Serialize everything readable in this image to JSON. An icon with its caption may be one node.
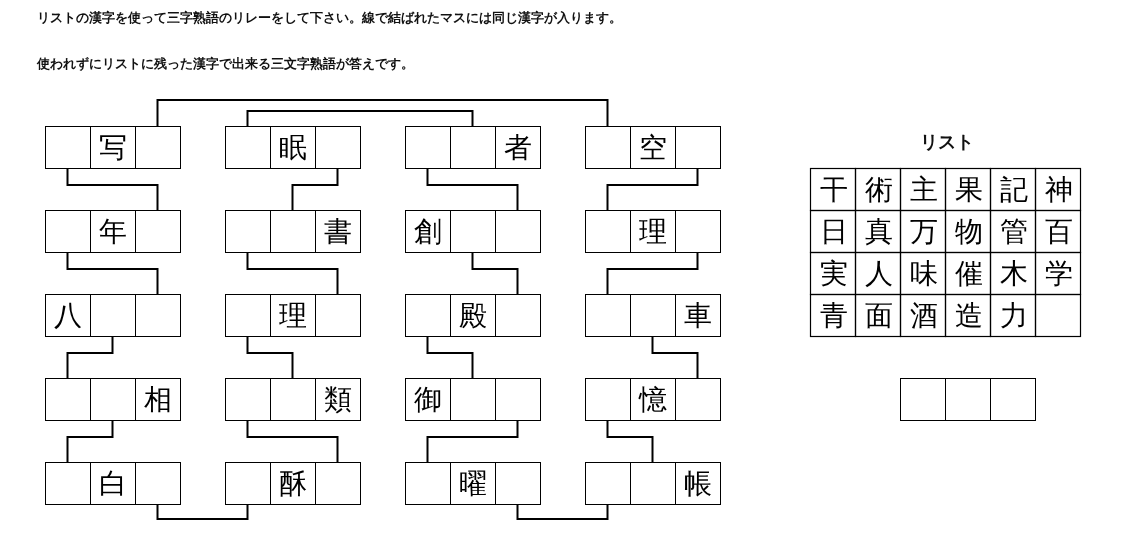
{
  "diagram": {
    "nodes": [
      {
        "text": [],
        "shape": "box"
      },
      {
        "text": [
          "写"
        ]
      },
      {
        "text": [],
        "shape": "box"
      },
      {
        "text": [],
        "shape": "box"
      },
      {
        "text": [
          "眠"
        ]
      },
      {
        "text": [],
        "shape": "box"
      },
      {
        "text": [],
        "shape": "box"
      },
      {
        "text": [],
        "shape": "box"
      },
      {
        "text": [
          "者"
        ]
      },
      {
        "text": [],
        "shape": "box"
      },
      {
        "text": [
          "空"
        ]
      },
      {
        "text": [],
        "shape": "box"
      },
      {
        "text": [],
        "shape": "box"
      },
      {
        "text": [
          "年"
        ]
      },
      {
        "text": [],
        "shape": "box"
      },
      {
        "text": [],
        "shape": "box"
      },
      {
        "text": [],
        "shape": "box"
      },
      {
        "text": [
          "書"
        ]
      },
      {
        "text": [
          "創"
        ]
      },
      {
        "text": [],
        "shape": "box"
      },
      {
        "text": [],
        "shape": "box"
      },
      {
        "text": [],
        "shape": "box"
      },
      {
        "text": [
          "理"
        ]
      },
      {
        "text": [],
        "shape": "box"
      },
      {
        "text": [
          "八"
        ]
      },
      {
        "text": [],
        "shape": "box"
      },
      {
        "text": [],
        "shape": "box"
      },
      {
        "text": [],
        "shape": "box"
      },
      {
        "text": [
          "理"
        ]
      },
      {
        "text": [],
        "shape": "box"
      },
      {
        "text": [],
        "shape": "box"
      },
      {
        "text": [
          "殿"
        ]
      },
      {
        "text": [],
        "shape": "box"
      },
      {
        "text": [],
        "shape": "box"
      },
      {
        "text": [],
        "shape": "box"
      },
      {
        "text": [
          "車"
        ]
      },
      {
        "text": [],
        "shape": "box"
      },
      {
        "text": [],
        "shape": "box"
      },
      {
        "text": [
          "相"
        ]
      },
      {
        "text": [],
        "shape": "box"
      },
      {
        "text": [],
        "shape": "box"
      },
      {
        "text": [
          "類"
        ]
      },
      {
        "text": [
          "御"
        ]
      },
      {
        "text": [],
        "shape": "box"
      },
      {
        "text": [],
        "shape": "box"
      },
      {
        "text": [],
        "shape": "box"
      },
      {
        "text": [
          "憶"
        ]
      },
      {
        "text": [],
        "shape": "box"
      },
      {
        "text": [],
        "shape": "box"
      },
      {
        "text": [
          "白"
        ]
      },
      {
        "text": [],
        "shape": "box"
      },
      {
        "text": [],
        "shape": "box"
      },
      {
        "text": [
          "酥"
        ]
      },
      {
        "text": [],
        "shape": "box"
      },
      {
        "text": [],
        "shape": "box"
      },
      {
        "text": [
          "曜"
        ]
      },
      {
        "text": [],
        "shape": "box"
      },
      {
        "text": [],
        "shape": "box"
      },
      {
        "text": [],
        "shape": "box"
      },
      {
        "text": [
          "帳"
        ]
      },
      {
        "text": [],
        "shape": "box"
      },
      {
        "text": [],
        "shape": "box"
      },
      {
        "text": [],
        "shape": "box"
      }
    ],
    "edges": [
      {
        "from": 2,
        "to": 9,
        "arrow": "none"
      },
      {
        "from": 3,
        "to": 7,
        "arrow": "none"
      },
      {
        "from": 0,
        "to": 14,
        "arrow": "none"
      },
      {
        "from": 5,
        "to": 16,
        "arrow": "none"
      },
      {
        "from": 6,
        "to": 20,
        "arrow": "none"
      },
      {
        "from": 11,
        "to": 21,
        "arrow": "none"
      },
      {
        "from": 12,
        "to": 26,
        "arrow": "none"
      },
      {
        "from": 15,
        "to": 29,
        "arrow": "none"
      },
      {
        "from": 19,
        "to": 32,
        "arrow": "none"
      },
      {
        "from": 23,
        "to": 33,
        "arrow": "none"
      },
      {
        "from": 25,
        "to": 36,
        "arrow": "none"
      },
      {
        "from": 27,
        "to": 40,
        "arrow": "none"
      },
      {
        "from": 30,
        "to": 43,
        "arrow": "none"
      },
      {
        "from": 34,
        "to": 47,
        "arrow": "none"
      },
      {
        "from": 37,
        "to": 48,
        "arrow": "none"
      },
      {
        "from": 39,
        "to": 53,
        "arrow": "none"
      },
      {
        "from": 44,
        "to": 54,
        "arrow": "none"
      },
      {
        "from": 45,
        "to": 58,
        "arrow": "none"
      },
      {
        "from": 50,
        "to": 51,
        "arrow": "none"
      },
      {
        "from": 56,
        "to": 57,
        "arrow": "none"
      }
    ],
    "labels": [
      "リストの漢字を使って三字熟語のリレーをして下さい。線で結ばれたマスには同じ漢字が入ります。",
      "使われずにリストに残った漢字で出来る三文字熟語が答えです。",
      "リスト",
      "干",
      "術",
      "主",
      "果",
      "記",
      "神",
      "日",
      "真",
      "万",
      "物",
      "管",
      "百",
      "実",
      "人",
      "味",
      "催",
      "木",
      "学",
      "青",
      "面",
      "酒",
      "造",
      "力"
    ]
  }
}
